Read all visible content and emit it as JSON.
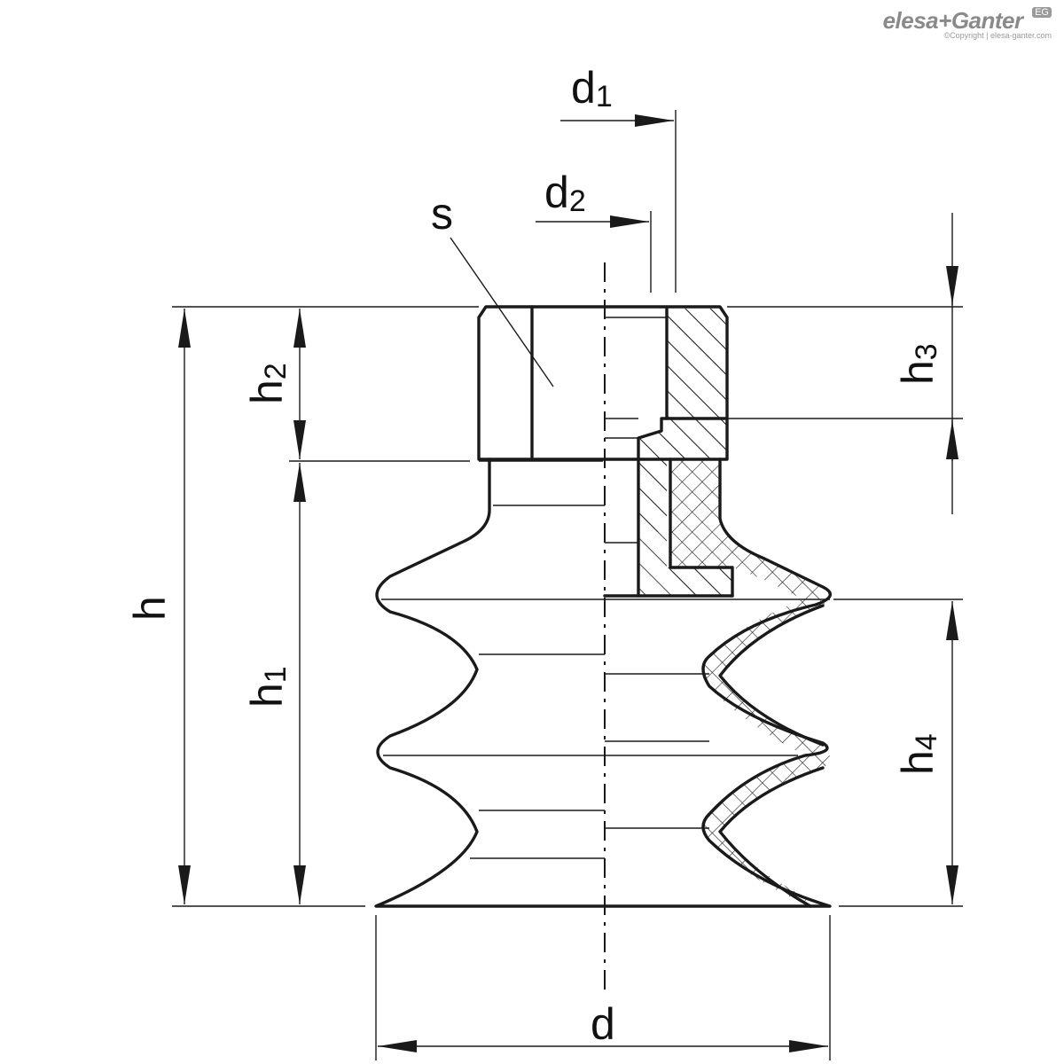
{
  "brand": {
    "name": "elesa+Ganter",
    "badge": "EG",
    "copyright": "©Copyright | elesa-ganter.com"
  },
  "labels": {
    "d1": {
      "main": "d",
      "sub": "1"
    },
    "d2": {
      "main": "d",
      "sub": "2"
    },
    "s": {
      "main": "s",
      "sub": ""
    },
    "h": {
      "main": "h",
      "sub": ""
    },
    "h1": {
      "main": "h",
      "sub": "1"
    },
    "h2": {
      "main": "h",
      "sub": "2"
    },
    "h3": {
      "main": "h",
      "sub": "3"
    },
    "h4": {
      "main": "h",
      "sub": "4"
    },
    "d": {
      "main": "d",
      "sub": ""
    }
  }
}
